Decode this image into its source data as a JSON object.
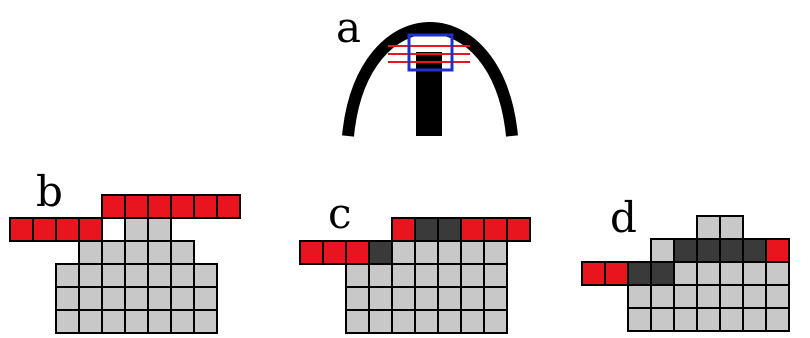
{
  "figure": {
    "panel_labels": {
      "a": "a",
      "b": "b",
      "c": "c",
      "d": "d"
    },
    "colors": {
      "empty_cell": "#c8c8c8",
      "highlight_cell": "#e8141e",
      "dark_cell": "#3a3a3a",
      "grid_line": "#000000",
      "arch": "#000000",
      "scan_lines": "#e8141e",
      "window_box": "#1f2fd2"
    }
  }
}
